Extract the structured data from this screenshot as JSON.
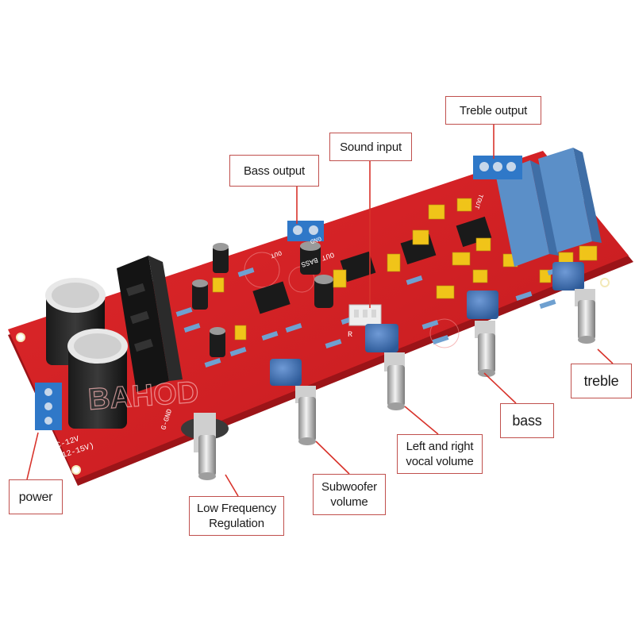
{
  "callouts": {
    "treble_output": "Treble output",
    "sound_input": "Sound input",
    "bass_output": "Bass output",
    "treble": "treble",
    "bass": "bass",
    "lr_vocal_line1": "Left and right",
    "lr_vocal_line2": "vocal volume",
    "subwoofer_line1": "Subwoofer",
    "subwoofer_line2": "volume",
    "lowfreq_line1": "Low Frequency",
    "lowfreq_line2": "Regulation",
    "power": "power"
  },
  "board": {
    "brand_watermark": "BAHOD",
    "silk_ac_line1": "AC-12V",
    "silk_ac_line2": "(AC12-15V)",
    "silk_ggnd": "G-GND",
    "silk_out_bass": "OUT BASS",
    "silk_gnd": "GND",
    "silk_out": "OUT",
    "silk_tout": "TOUT",
    "silk_r": "R"
  },
  "colors": {
    "pcb": "#d51f23",
    "pcb_edge": "#9c1418",
    "callout_border": "#c0504d",
    "leader_line": "#d8332b",
    "terminal_blue": "#2f78c8",
    "pot_blue": "#3f6fb0",
    "film_cap_blue": "#5b8fc8",
    "capacitor_yellow": "#f0c419"
  }
}
